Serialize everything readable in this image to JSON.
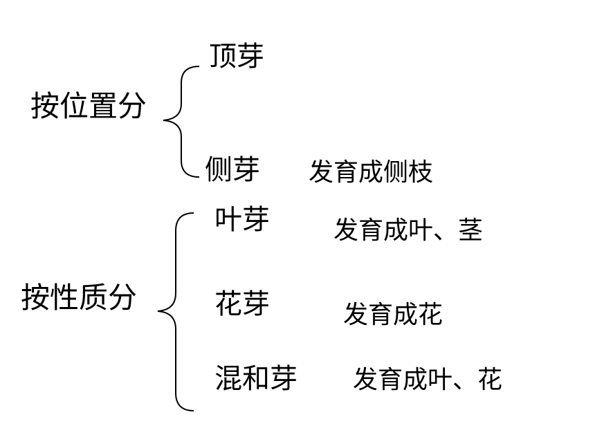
{
  "groups": [
    {
      "label": "按位置分",
      "items": [
        {
          "name": "顶芽",
          "desc": ""
        },
        {
          "name": "侧芽",
          "desc": "发育成侧枝"
        }
      ]
    },
    {
      "label": "按性质分",
      "items": [
        {
          "name": "叶芽",
          "desc": "发育成叶、茎"
        },
        {
          "name": "花芽",
          "desc": "发育成花"
        },
        {
          "name": "混和芽",
          "desc": "发育成叶、花"
        }
      ]
    }
  ],
  "colors": {
    "text": "#000000",
    "background": "#ffffff"
  }
}
